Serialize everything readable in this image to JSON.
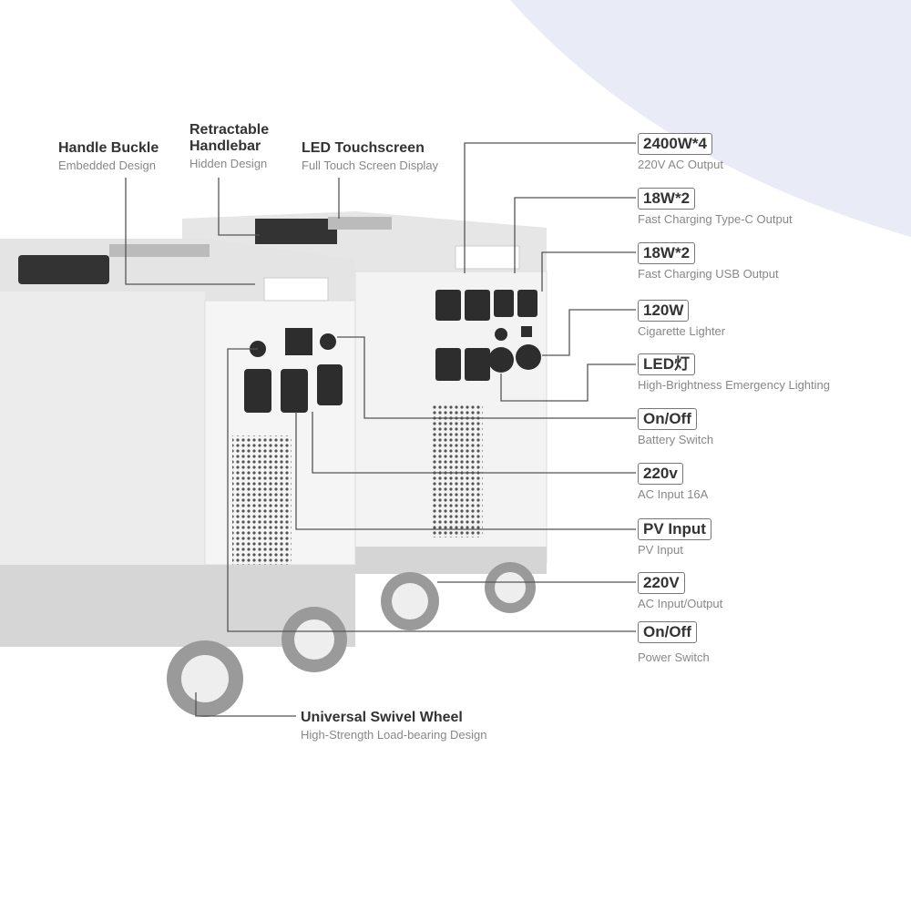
{
  "colors": {
    "accent_bg": "#e9ecf6",
    "line": "#555555",
    "label_title": "#333333",
    "label_sub": "#888888"
  },
  "top_features": [
    {
      "title": "Handle Buckle",
      "subtitle": "Embedded Design"
    },
    {
      "title": "Retractable\nHandlebar",
      "subtitle": "Hidden Design"
    },
    {
      "title": "LED Touchscreen",
      "subtitle": "Full Touch Screen Display"
    }
  ],
  "bottom_feature": {
    "title": "Universal Swivel Wheel",
    "subtitle": "High-Strength Load-bearing Design"
  },
  "specs": [
    {
      "value": "2400W*4",
      "description": "220V AC Output"
    },
    {
      "value": "18W*2",
      "description": "Fast Charging Type-C Output"
    },
    {
      "value": "18W*2",
      "description": "Fast Charging USB Output"
    },
    {
      "value": "120W",
      "description": "Cigarette Lighter"
    },
    {
      "value": "LED灯",
      "description": "High-Brightness Emergency Lighting"
    },
    {
      "value": "On/Off",
      "description": "Battery Switch"
    },
    {
      "value": "220v",
      "description": "AC Input 16A"
    },
    {
      "value": "PV Input",
      "description": "PV Input"
    },
    {
      "value": "220V",
      "description": "AC Input/Output"
    },
    {
      "value": "On/Off",
      "description": "Power Switch"
    }
  ]
}
